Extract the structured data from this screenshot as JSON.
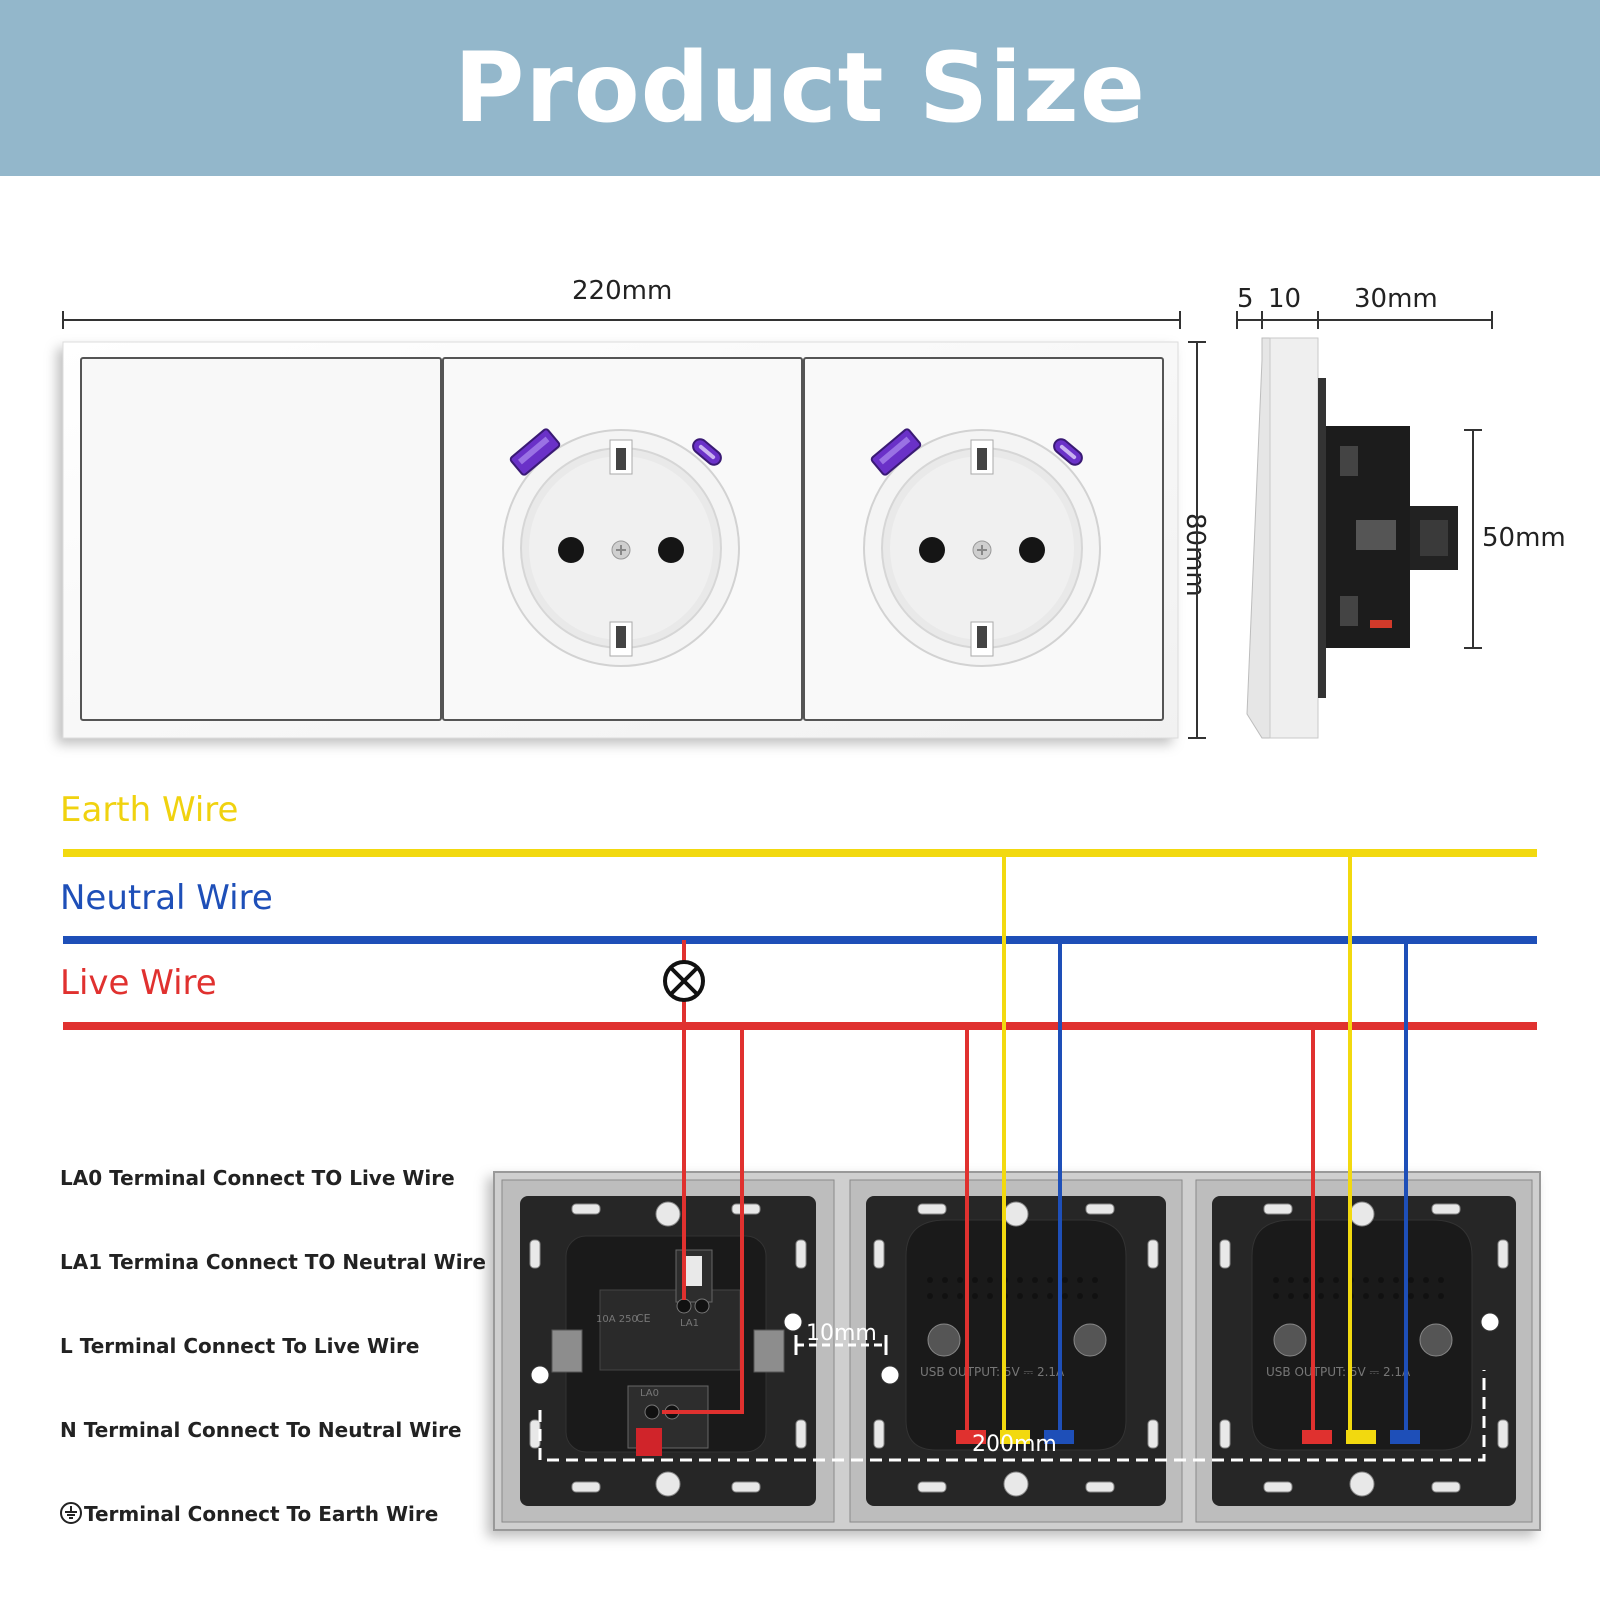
{
  "header": {
    "title": "Product Size"
  },
  "dimensions": {
    "width": "220mm",
    "height": "80mm",
    "side_a": "5",
    "side_b": "10",
    "depth": "30mm",
    "back_height": "50mm",
    "gap": "10mm",
    "spacing": "200mm"
  },
  "wires": {
    "earth": {
      "label": "Earth Wire",
      "color": "#f2d90f"
    },
    "neutral": {
      "label": "Neutral Wire",
      "color": "#1e4fb8"
    },
    "live": {
      "label": "Live Wire",
      "color": "#e0312f"
    }
  },
  "terminals": [
    "LA0 Terminal Connect TO Live Wire",
    "LA1 Termina Connect TO Neutral Wire",
    "L Terminal Connect To Live Wire",
    "N Terminal Connect To Neutral Wire",
    "Terminal Connect To Earth Wire"
  ],
  "module_labels": {
    "la1": "LA1",
    "la0": "LA0",
    "rating": "10A 250",
    "ce": "CE",
    "usb_output": "USB OUTPUT: 5V ⎓ 2.1A"
  }
}
